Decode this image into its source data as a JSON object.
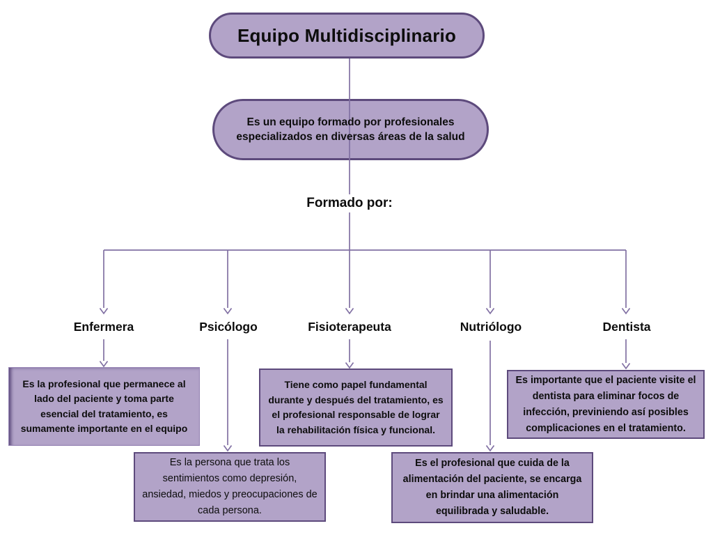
{
  "diagram": {
    "title": "Equipo Multidisciplinario",
    "subtitle": "Es un equipo formado por profesionales especializados en diversas áreas de la salud",
    "connector_label": "Formado por:",
    "colors": {
      "shape_fill": "#b2a3c8",
      "shape_border": "#5d4a7c",
      "connector_line": "#8170a3",
      "text": "#0d0d0d",
      "background": "#ffffff"
    },
    "members": [
      {
        "label": "Enfermera",
        "description": "Es la profesional que permanece al lado del paciente y toma parte esencial del tratamiento, es sumamente importante en el equipo"
      },
      {
        "label": "Psicólogo",
        "description": "Es la persona que trata los sentimientos como depresión, ansiedad, miedos y preocupaciones de cada persona."
      },
      {
        "label": "Fisioterapeuta",
        "description": "Tiene como papel fundamental durante y después del tratamiento, es el profesional responsable de lograr la rehabilitación física y funcional."
      },
      {
        "label": "Nutriólogo",
        "description": "Es el profesional que cuida de la alimentación del paciente, se encarga en brindar una alimentación equilibrada y saludable."
      },
      {
        "label": "Dentista",
        "description": "Es importante que el paciente visite el dentista para eliminar focos de infección, previniendo así posibles complicaciones en el tratamiento."
      }
    ]
  }
}
